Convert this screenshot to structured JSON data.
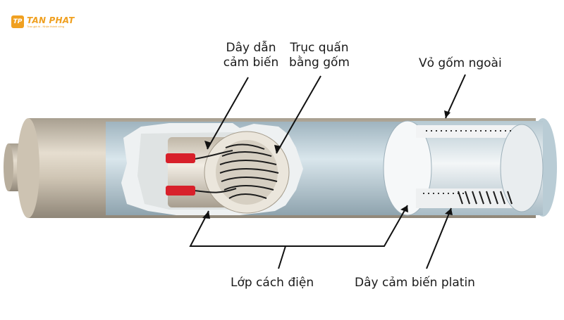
{
  "logo": {
    "mark": "TP",
    "name": "TAN PHAT",
    "tagline": "Trao giá trị - Nhận thành công"
  },
  "labels": {
    "sensor_lead_line1": "Dây dẫn",
    "sensor_lead_line2": "cảm biến",
    "ceramic_core_line1": "Trục quấn",
    "ceramic_core_line2": "bằng gốm",
    "outer_shell": "Vỏ gốm ngoài",
    "insulation": "Lớp cách điện",
    "platinum_wire": "Dây cảm biến platin"
  },
  "colors": {
    "tube_body": "#c9bfae",
    "insulation_layer": "#c6d7df",
    "lead_tips": "#d8202a",
    "shell_inner": "#eef2f4"
  }
}
